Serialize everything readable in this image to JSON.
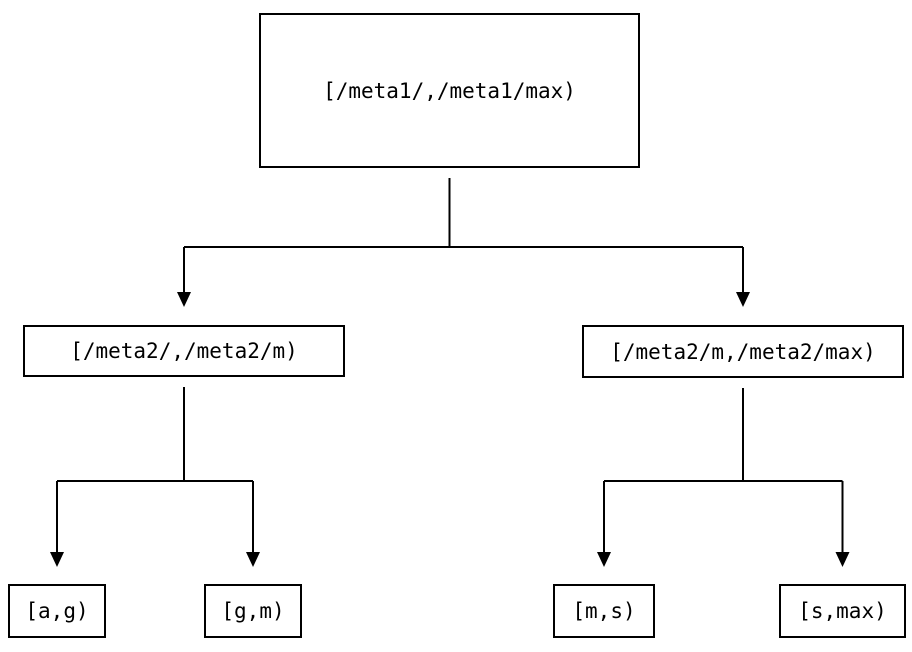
{
  "diagram": {
    "title": "range-partition-tree",
    "background_color": "#ffffff",
    "line_color": "#000000",
    "nodes": {
      "root": {
        "label": "[/meta1/,/meta1/max)"
      },
      "left": {
        "label": "[/meta2/,/meta2/m)"
      },
      "right": {
        "label": "[/meta2/m,/meta2/max)"
      },
      "leaf_ag": {
        "label": "[a,g)"
      },
      "leaf_gm": {
        "label": "[g,m)"
      },
      "leaf_ms": {
        "label": "[m,s)"
      },
      "leaf_smax": {
        "label": "[s,max)"
      }
    }
  }
}
